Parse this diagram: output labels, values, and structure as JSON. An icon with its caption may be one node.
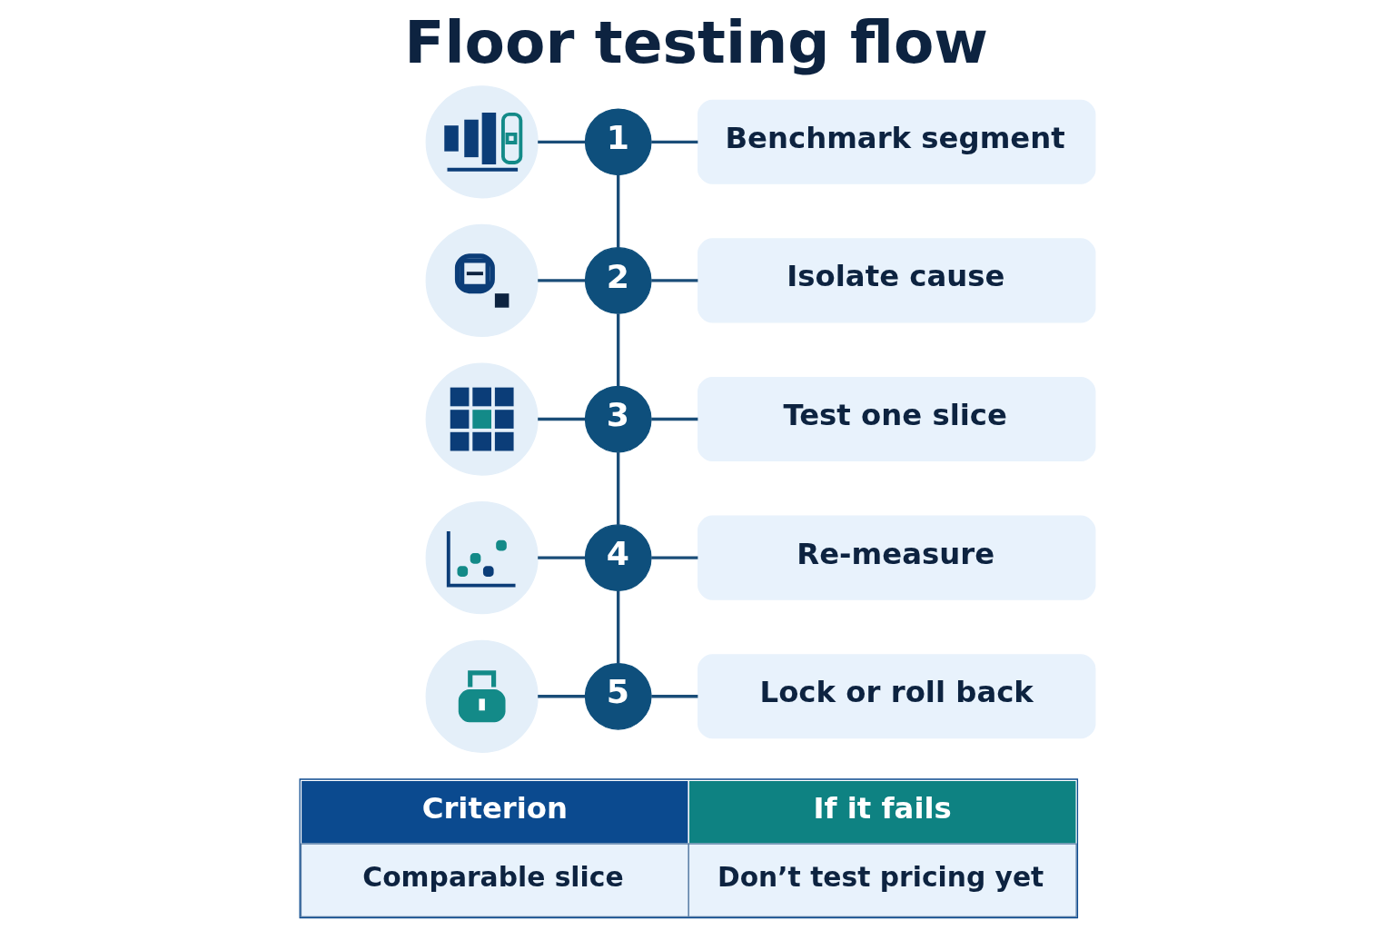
{
  "diagram": {
    "title": "Floor testing flow",
    "nodes": [
      {
        "text": [],
        "shape": "picture"
      },
      {
        "text": [
          "1"
        ]
      },
      {
        "text": [
          "Benchmark segment"
        ]
      },
      {
        "text": [],
        "shape": "picture"
      },
      {
        "text": [
          "2"
        ]
      },
      {
        "text": [
          "Isolate cause"
        ]
      },
      {
        "text": [],
        "shape": "picture"
      },
      {
        "text": [
          "3"
        ]
      },
      {
        "text": [
          "Test one slice"
        ]
      },
      {
        "text": [],
        "shape": "picture"
      },
      {
        "text": [
          "4"
        ]
      },
      {
        "text": [
          "Re-measure"
        ]
      },
      {
        "text": [],
        "shape": "picture"
      },
      {
        "text": [
          "5"
        ]
      },
      {
        "text": [
          "Lock or roll back"
        ]
      }
    ],
    "edges": [
      {
        "from": 0,
        "to": 1,
        "arrow": "none"
      },
      {
        "from": 1,
        "to": 2,
        "arrow": "none"
      },
      {
        "from": 1,
        "to": 4,
        "arrow": "none"
      },
      {
        "from": 3,
        "to": 4,
        "arrow": "none"
      },
      {
        "from": 4,
        "to": 5,
        "arrow": "none"
      },
      {
        "from": 4,
        "to": 7,
        "arrow": "none"
      },
      {
        "from": 6,
        "to": 7,
        "arrow": "none"
      },
      {
        "from": 7,
        "to": 8,
        "arrow": "none"
      },
      {
        "from": 7,
        "to": 10,
        "arrow": "none"
      },
      {
        "from": 9,
        "to": 10,
        "arrow": "none"
      },
      {
        "from": 10,
        "to": 11,
        "arrow": "none"
      },
      {
        "from": 10,
        "to": 13,
        "arrow": "none"
      },
      {
        "from": 12,
        "to": 13,
        "arrow": "none"
      },
      {
        "from": 13,
        "to": 14,
        "arrow": "none"
      }
    ],
    "labels": [
      "Criterion",
      "If it fails",
      "Comparable slice",
      "Don’t test pricing yet"
    ]
  }
}
